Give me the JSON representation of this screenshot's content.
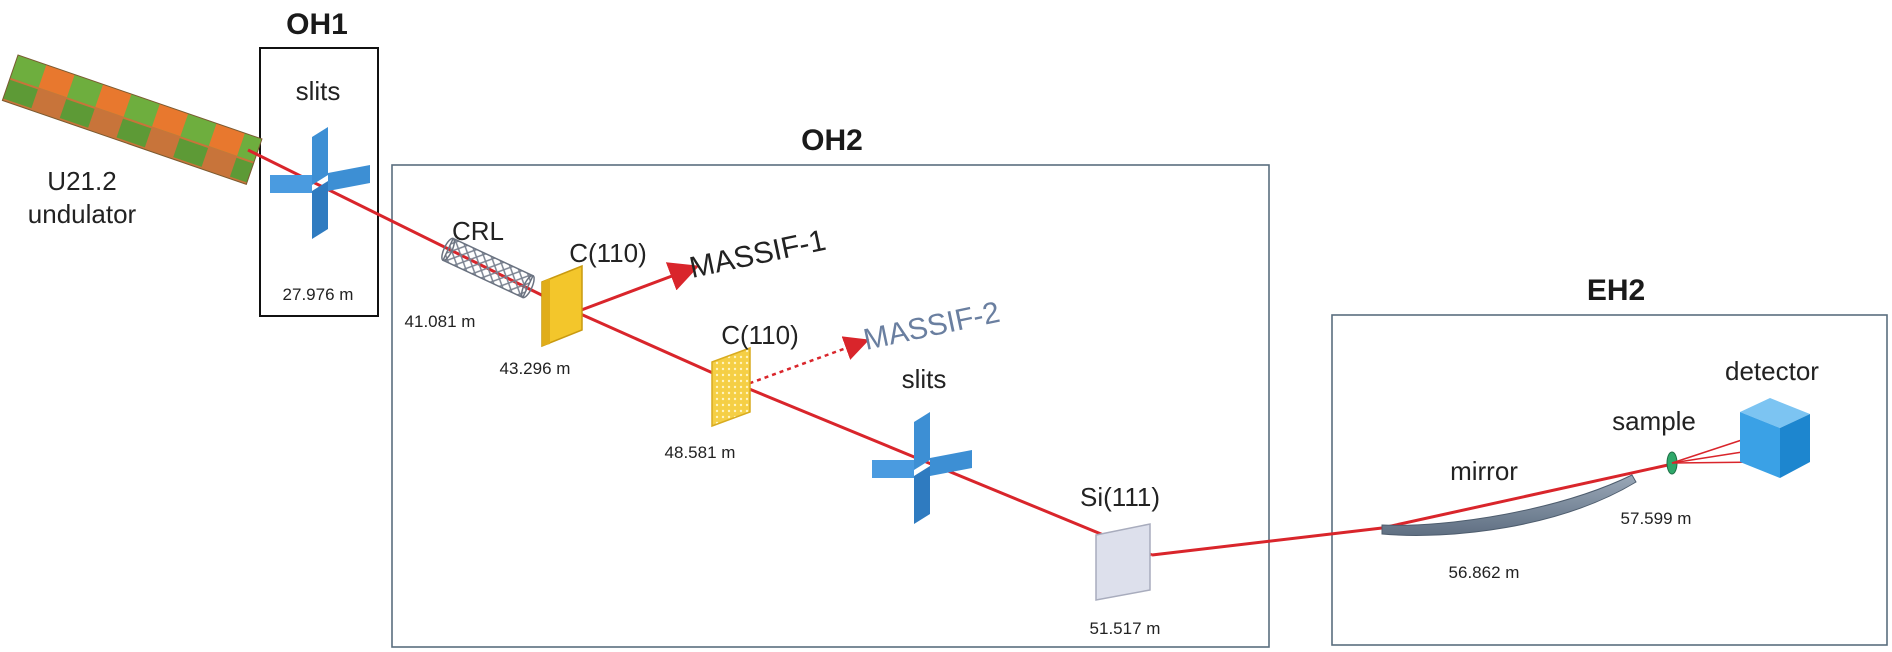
{
  "hutches": {
    "oh1": "OH1",
    "oh2": "OH2",
    "eh2": "EH2"
  },
  "components": {
    "undulator_line1": "U21.2",
    "undulator_line2": "undulator",
    "slits_1": "slits",
    "slits_1_pos": "27.976 m",
    "crl": "CRL",
    "crl_pos": "41.081 m",
    "crystal_1": "C(110)",
    "crystal_1_pos": "43.296 m",
    "branch_1": "MASSIF-1",
    "crystal_2": "C(110)",
    "crystal_2_pos": "48.581 m",
    "branch_2": "MASSIF-2",
    "slits_2": "slits",
    "mono": "Si(111)",
    "mono_pos": "51.517 m",
    "mirror": "mirror",
    "mirror_pos": "56.862 m",
    "sample": "sample",
    "sample_pos": "57.599 m",
    "detector": "detector"
  },
  "colors": {
    "beam": "#d9252b",
    "slits": "#3d8fd4",
    "crystal": "#f3c62b",
    "branch_2_text": "#6a7fa0",
    "hutch_border": "#5a6e7e"
  }
}
